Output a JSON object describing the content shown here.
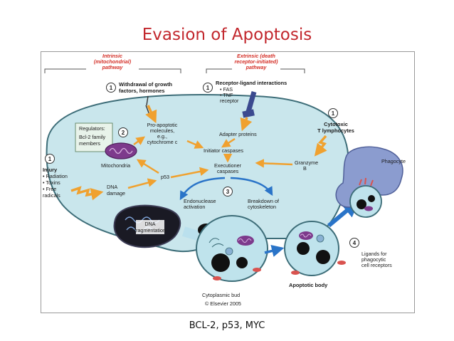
{
  "slide": {
    "title": "Evasion of Apoptosis",
    "caption": "BCL-2, p53, MYC"
  },
  "diagram": {
    "intrinsic_header": [
      "Intrinsic",
      "(mitochondrial)",
      "pathway"
    ],
    "extrinsic_header": [
      "Extrinsic (death",
      "receptor-initiated)",
      "pathway"
    ],
    "step1_withdrawal": [
      "Withdrawal of growth",
      "factors, hormones"
    ],
    "step1_receptor": {
      "title": "Receptor-ligand interactions",
      "items": [
        "• FAS",
        "• TNF",
        "  receptor"
      ]
    },
    "step1_cytotoxic": [
      "Cytotoxic",
      "T lymphocytes"
    ],
    "regulators": [
      "Regulators:",
      "Bcl-2 family",
      "members"
    ],
    "mitochondria": "Mitochondria",
    "pro_apoptotic": [
      "Pro-apoptotic",
      "molecules,",
      "e.g.,",
      "cytochrome c"
    ],
    "adapter_proteins": "Adapter proteins",
    "initiator_caspases": "Initiator caspases",
    "executioner_caspases": [
      "Executioner",
      "caspases"
    ],
    "granzyme": [
      "Granzyme",
      "B"
    ],
    "p53": "p53",
    "injury": {
      "title": "Injury",
      "items": [
        "• Radiation",
        "• Toxins",
        "• Free",
        "  radicals"
      ]
    },
    "dna_damage": [
      "DNA",
      "damage"
    ],
    "endonuclease": [
      "Endonuclease",
      "activation"
    ],
    "cytoskeleton": [
      "Breakdown of",
      "cytoskeleton"
    ],
    "dna_fragmentation": [
      "DNA",
      "fragmentation"
    ],
    "phagocyte": "Phagocyte",
    "ligands": [
      "Ligands for",
      "phagocytic",
      "cell receptors"
    ],
    "cytoplasmic_bud": "Cytoplasmic bud",
    "apoptotic_body": "Apoptotic body",
    "copyright": "© Elsevier 2005",
    "step_numbers": [
      "1",
      "1",
      "1",
      "1",
      "2",
      "3",
      "4"
    ]
  },
  "colors": {
    "title": "#c2272d",
    "cell_fill": "#c9e6ec",
    "cell_stroke": "#3d6d78",
    "arrow_orange": "#f0a12f",
    "arrow_blue": "#2a74c8",
    "mito": "#7d3a8c",
    "phagocyte": "#8b9ccf",
    "header_red": "#d42f27"
  }
}
